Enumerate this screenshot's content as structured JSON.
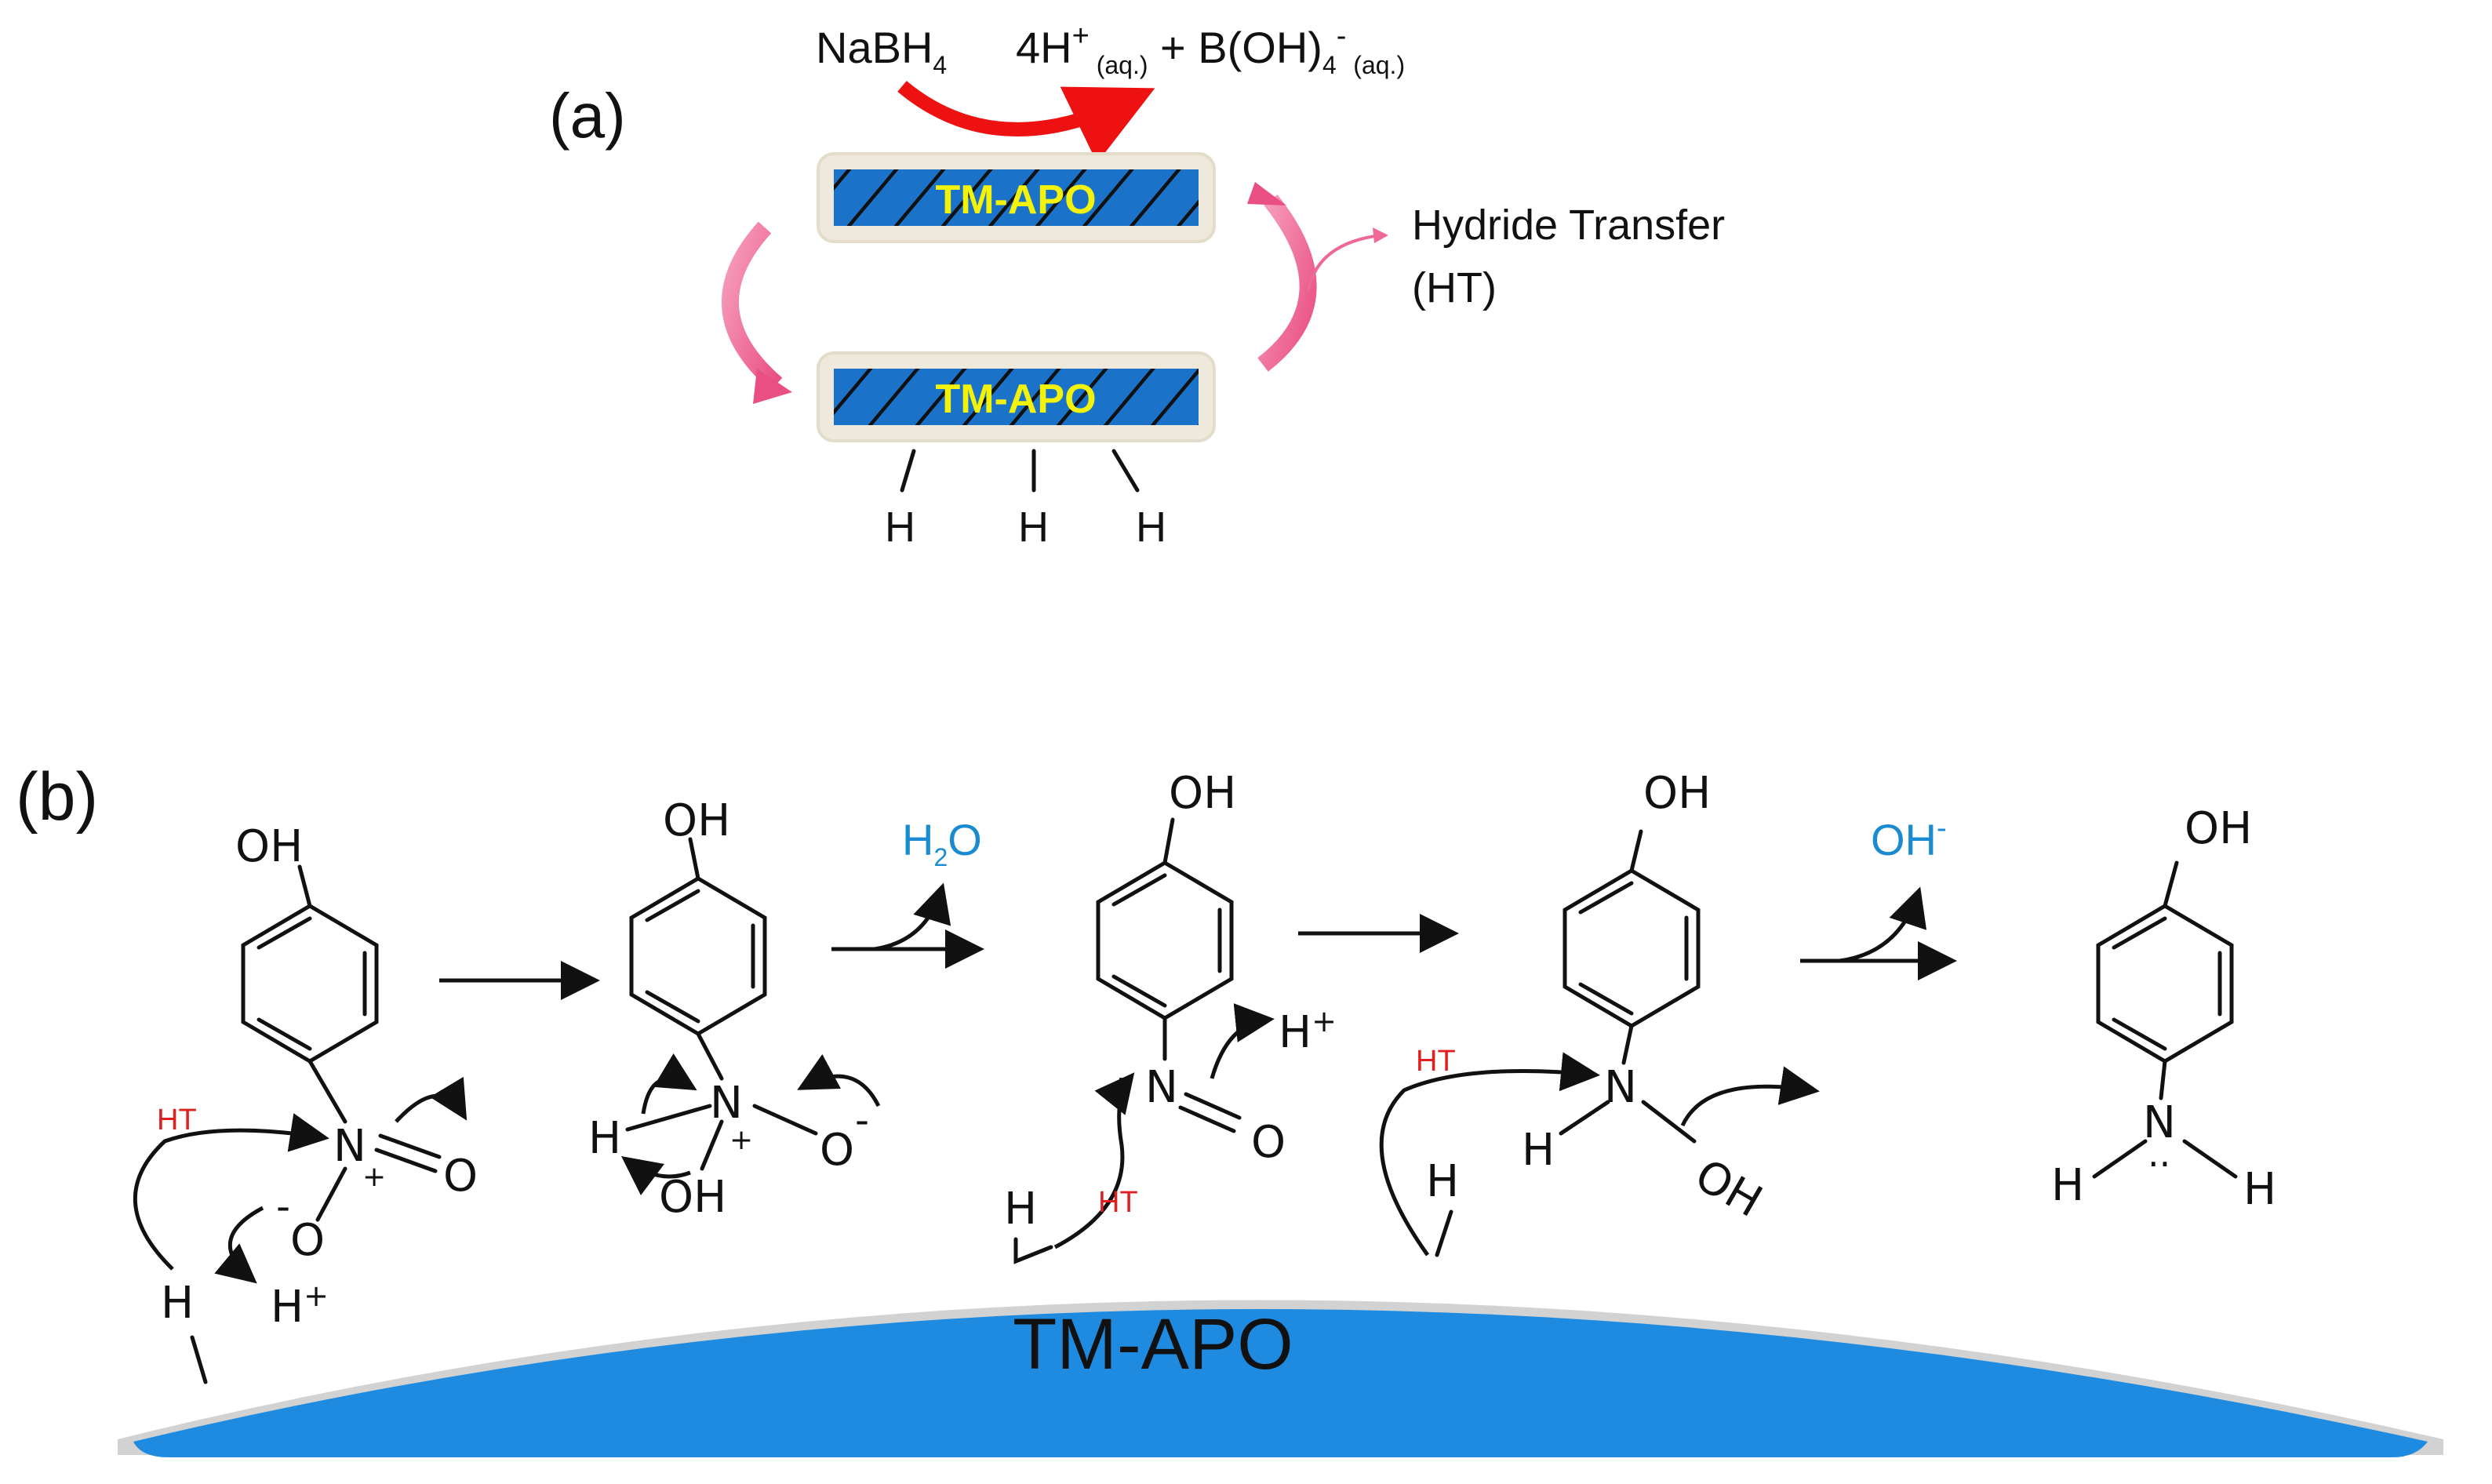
{
  "panel_a": {
    "label": "(a)",
    "reagent": "NaBH",
    "reagent_sub": "4",
    "products": {
      "proton": "4H",
      "proton_sup": "+",
      "proton_sub": " (aq.)",
      "plus": " + B(OH)",
      "borate_sub": "4",
      "borate_sup": "-",
      "borate_state": " (aq.)"
    },
    "catalyst_top": "TM-APO",
    "catalyst_bottom": "TM-APO",
    "hydrides": [
      "H",
      "H",
      "H"
    ],
    "ht_line1": "Hydride Transfer",
    "ht_line2": "(HT)"
  },
  "panel_b": {
    "label": "(b)",
    "surface_label": "TM-APO",
    "oh": "OH",
    "water": "H",
    "water_sub": "2",
    "water_end": "O",
    "hydroxide": "OH",
    "hydroxide_sup": "-",
    "ht": "HT",
    "h": "H",
    "hplus": "H",
    "hplus_sup": "+",
    "n": "N",
    "o": "O",
    "plus_charge": "+",
    "minus_charge": "-",
    "lone_pair": ":"
  },
  "colors": {
    "catalyst_blue": "#1a73c9",
    "surface_blue": "#1e8be0",
    "catalyst_label": "#f2f20a",
    "ht_red": "#e02020",
    "byproduct_blue": "#1a8bd0",
    "pink_arrow": "#ee6a95",
    "red_arrow": "#ee1111"
  }
}
